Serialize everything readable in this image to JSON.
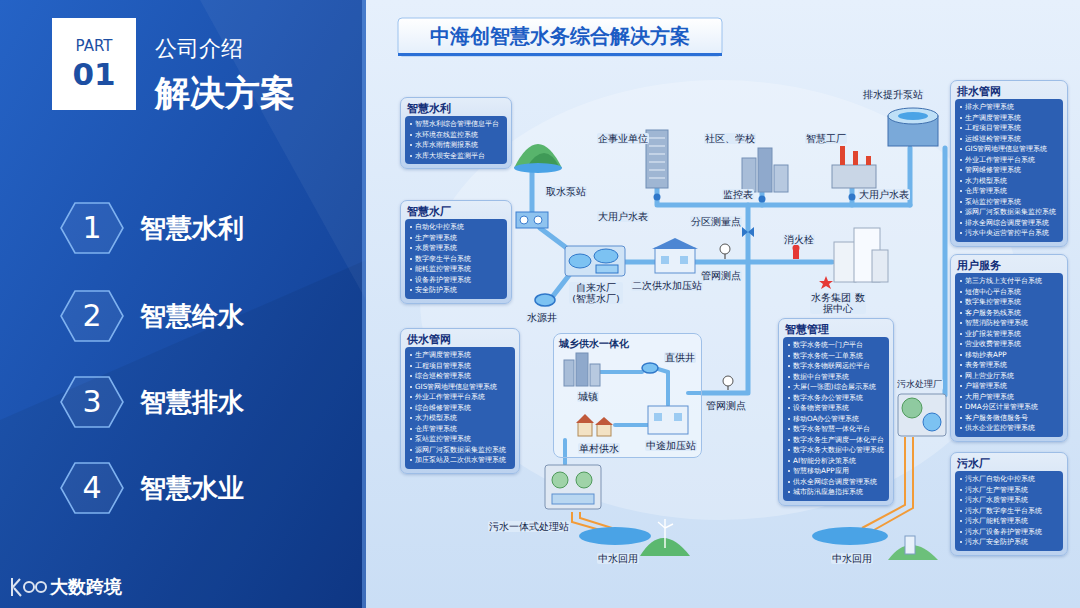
{
  "diagram": {
    "title": "中海创智慧水务综合解决方案",
    "nodes": [
      {
        "text": [
          "PART",
          "01"
        ]
      },
      {
        "text": [
          "1",
          "智慧水利"
        ]
      },
      {
        "text": [
          "2",
          "智慧给水"
        ]
      },
      {
        "text": [
          "3",
          "智慧排水"
        ]
      },
      {
        "text": [
          "4",
          "智慧水业"
        ]
      },
      {
        "text": [
          "智慧水利",
          "智慧水利综合管理信息平台",
          "水环境在线监控系统",
          "水库水雨情测报系统",
          "水库大坝安全监测平台"
        ]
      },
      {
        "text": [
          "智慧水厂",
          "自动化中控系统",
          "生产管理系统",
          "水质管理系统",
          "数字孪生平台系统",
          "能耗监控管理系统",
          "设备养护管理系统",
          "安全防护系统"
        ]
      },
      {
        "text": [
          "供水管网",
          "生产调度管理系统",
          "工程项目管理系统",
          "综合巡检管理系统",
          "GIS管网地理信息管理系统",
          "外业工作管理平台系统",
          "综合维修管理系统",
          "水力模型系统",
          "仓库管理系统",
          "泵站监控管理系统",
          "源网厂河泵数据采集监控系统",
          "加压泵站及二次供水管理系统"
        ]
      },
      {
        "text": [
          "城乡供水一体化"
        ]
      },
      {
        "text": [
          "智慧管理",
          "数字水务统一门户平台",
          "数字水务统一工单系统",
          "数字水务物联网远控平台",
          "数据中台管理系统",
          "大屏(一张图)综合展示系统",
          "数字水务办公管理系统",
          "设备物资管理系统",
          "移动OA办公管理系统",
          "数字水务智慧一体化平台",
          "数字水务生产调度一体化平台",
          "数字水务大数据中心管理系统",
          "AI智能分析决策系统",
          "智慧移动APP应用",
          "供水全网综合调度管理系统",
          "城市防汛应急指挥系统"
        ]
      },
      {
        "text": [
          "排水管网",
          "排水户管理系统",
          "生产调度管理系统",
          "工程项目管理系统",
          "运维巡检管理系统",
          "GIS管网地理信息管理系统",
          "外业工作管理平台系统",
          "管网维修管理系统",
          "水力模型系统",
          "仓库管理系统",
          "泵站监控管理系统",
          "源网厂河泵数据采集监控系统",
          "排水全网综合调度管理系统",
          "污水中央运营管控平台系统"
        ]
      },
      {
        "text": [
          "用户服务",
          "第三方线上支付平台系统",
          "短信中心平台系统",
          "数字集控管理系统",
          "客户服务热线系统",
          "智慧消防栓管理系统",
          "业扩报装管理系统",
          "营业收费管理系统",
          "移动抄表APP",
          "表务管理系统",
          "网上营业厅系统",
          "户籍管理系统",
          "大用户管理系统",
          "DMA分区计量管理系统",
          "客户服务微信服务号",
          "供水企业监控管理系统"
        ]
      },
      {
        "text": [
          "污水厂",
          "污水厂自动化中控系统",
          "污水厂生产管理系统",
          "污水厂水质管理系统",
          "污水厂数字孪生平台系统",
          "污水厂能耗管理系统",
          "污水厂设备养护管理系统",
          "污水厂安全防护系统"
        ]
      }
    ],
    "labels": [
      "公司介绍",
      "解决方案",
      "取水泵站",
      "企事业单位",
      "社区、学校",
      "智慧工厂",
      "排水提升泵站",
      "大用户水表",
      "监控表",
      "大用户水表",
      "分区测量点",
      "消火栓",
      "自来水厂 (智慧水厂)",
      "二次供水加压站",
      "管网测点",
      "水务集团 数据中心",
      "水源井",
      "直供井",
      "城镇",
      "单村供水",
      "中途加压站",
      "管网测点",
      "污水处理厂",
      "污水一体式处理站",
      "中水回用",
      "中水回用",
      "大数跨境"
    ]
  }
}
